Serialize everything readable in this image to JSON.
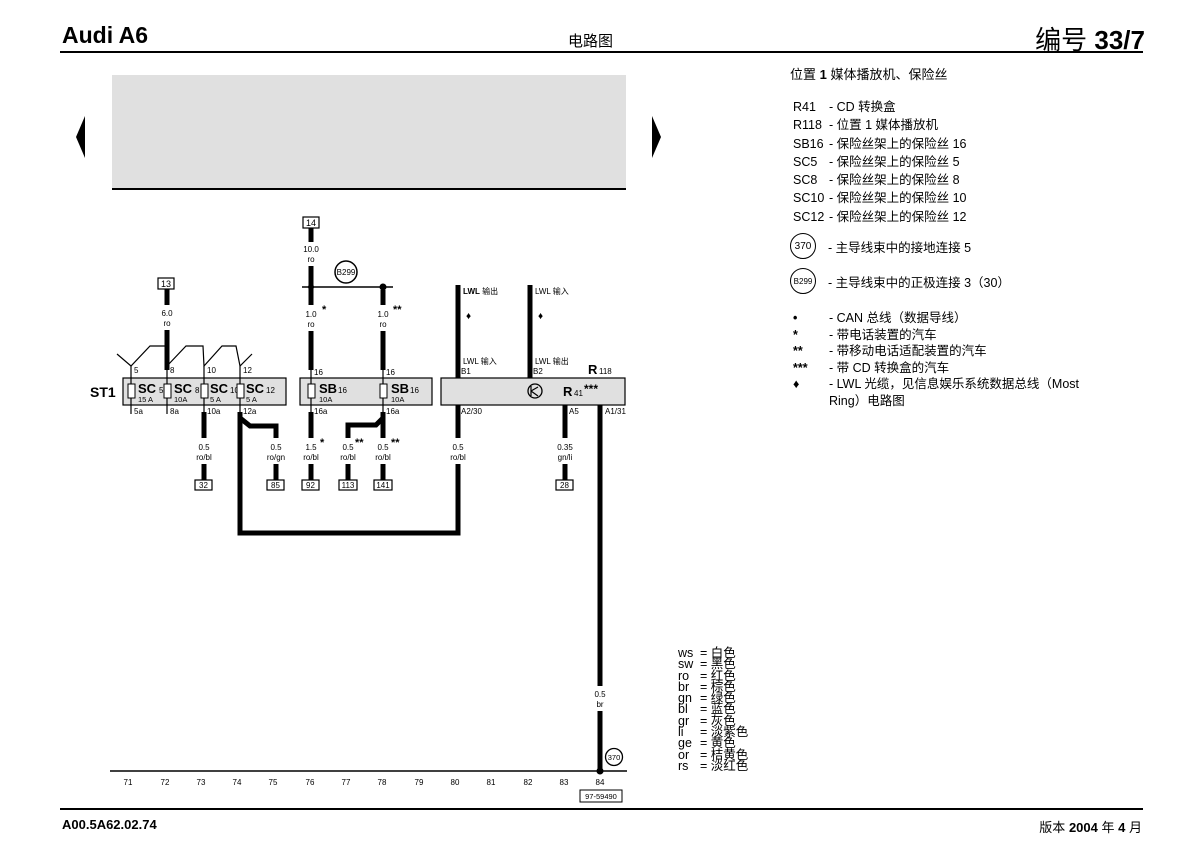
{
  "header": {
    "model": "Audi A6",
    "doc_type": "电路图",
    "number_label": "编号",
    "number_value": "33/7"
  },
  "footer": {
    "doc_code": "A00.5A62.02.74",
    "edition_prefix": "版本",
    "edition_year": "2004",
    "edition_year_unit": "年",
    "edition_month": "4",
    "edition_month_unit": "月"
  },
  "navigation": {
    "prev_icon": "triangle-left-icon",
    "next_icon": "triangle-right-icon"
  },
  "legend": {
    "title_prefix": "位置",
    "title_num": "1",
    "title_rest": "媒体播放机、保险丝",
    "components": [
      {
        "code": "R41",
        "desc": "- CD 转换盒"
      },
      {
        "code": "R118",
        "desc": "- 位置 1 媒体播放机"
      },
      {
        "code": "SB16",
        "desc": "- 保险丝架上的保险丝 16"
      },
      {
        "code": "SC5",
        "desc": "- 保险丝架上的保险丝 5"
      },
      {
        "code": "SC8",
        "desc": "- 保险丝架上的保险丝 8"
      },
      {
        "code": "SC10",
        "desc": "- 保险丝架上的保险丝 10"
      },
      {
        "code": "SC12",
        "desc": "- 保险丝架上的保险丝 12"
      }
    ],
    "connections": [
      {
        "symbol": "370",
        "desc": "- 主导线束中的接地连接 5"
      },
      {
        "symbol": "B299",
        "desc": "- 主导线束中的正极连接 3（30）"
      }
    ],
    "notes": [
      {
        "symbol": "•",
        "desc": "- CAN 总线（数据导线）"
      },
      {
        "symbol": "*",
        "desc": "- 带电话装置的汽车"
      },
      {
        "symbol": "**",
        "desc": "- 带移动电话适配装置的汽车"
      },
      {
        "symbol": "***",
        "desc": "- 带 CD 转换盒的汽车"
      },
      {
        "symbol": "♦",
        "desc": "- LWL 光缆，见信息娱乐系统数据总线（Most Ring）电路图"
      }
    ]
  },
  "color_codes": [
    {
      "code": "ws",
      "meaning": "= 白色"
    },
    {
      "code": "sw",
      "meaning": "= 黑色"
    },
    {
      "code": "ro",
      "meaning": "= 红色"
    },
    {
      "code": "br",
      "meaning": "= 棕色"
    },
    {
      "code": "gn",
      "meaning": "= 绿色"
    },
    {
      "code": "bl",
      "meaning": "= 蓝色"
    },
    {
      "code": "gr",
      "meaning": "= 灰色"
    },
    {
      "code": "li",
      "meaning": "= 淡紫色"
    },
    {
      "code": "ge",
      "meaning": "= 黄色"
    },
    {
      "code": "or",
      "meaning": "= 桔黄色"
    },
    {
      "code": "rs",
      "meaning": "= 淡红色"
    }
  ],
  "diagram": {
    "st1_label": "ST1",
    "fuses_st1": [
      {
        "name": "SC",
        "sub": "5",
        "rating": "15 A",
        "in_pin": "5",
        "out_pin": "5a"
      },
      {
        "name": "SC",
        "sub": "8",
        "rating": "10A",
        "in_pin": "8",
        "out_pin": "8a"
      },
      {
        "name": "SC",
        "sub": "10",
        "rating": "5 A",
        "in_pin": "10",
        "out_pin": "10a"
      },
      {
        "name": "SC",
        "sub": "12",
        "rating": "5 A",
        "in_pin": "12",
        "out_pin": "12a"
      }
    ],
    "fuses_sb": [
      {
        "name": "SB",
        "sub": "16",
        "rating": "10A",
        "in_pin": "16",
        "out_pin": "16a"
      },
      {
        "name": "SB",
        "sub": "16",
        "rating": "10A",
        "in_pin": "16",
        "out_pin": "16a"
      }
    ],
    "r118": {
      "label": "R",
      "sub": "118"
    },
    "r41": {
      "label": "R",
      "sub": "41",
      "mark": "***"
    },
    "r_pins_top": [
      "B1",
      "B2"
    ],
    "r_pins_bottom": [
      "A2/30",
      "A5",
      "A1/31"
    ],
    "lwl": [
      {
        "top": "LWL 输出",
        "bottom": "LWL 输入",
        "mark": "♦"
      },
      {
        "top": "LWL 输入",
        "bottom": "LWL 输出",
        "mark": "♦"
      }
    ],
    "refs_top": [
      "13",
      "14"
    ],
    "wires_top": [
      {
        "size": "6.0",
        "color": "ro"
      },
      {
        "size": "10.0",
        "color": "ro"
      },
      {
        "size": "1.0",
        "color": "ro",
        "mark": "*"
      },
      {
        "size": "1.0",
        "color": "ro",
        "mark": "**"
      }
    ],
    "connector_b299": "B299",
    "wires_bottom": [
      {
        "size": "0.5",
        "color": "ro/bl",
        "ref": "32",
        "mark": ""
      },
      {
        "size": "0.5",
        "color": "ro/gn",
        "ref": "85",
        "mark": ""
      },
      {
        "size": "1.5",
        "color": "ro/bl",
        "ref": "92",
        "mark": "*"
      },
      {
        "size": "0.5",
        "color": "ro/bl",
        "ref": "113",
        "mark": "**"
      },
      {
        "size": "0.5",
        "color": "ro/bl",
        "ref": "141",
        "mark": "**"
      },
      {
        "size": "0.5",
        "color": "ro/bl",
        "ref": "",
        "mark": ""
      },
      {
        "size": "0.35",
        "color": "gn/li",
        "ref": "28",
        "mark": ""
      }
    ],
    "ground_wire": {
      "size": "0.5",
      "color": "br"
    },
    "ground_symbol": "370",
    "track_numbers": [
      "71",
      "72",
      "73",
      "74",
      "75",
      "76",
      "77",
      "78",
      "79",
      "80",
      "81",
      "82",
      "83",
      "84"
    ],
    "diagram_id": "97-59490"
  }
}
